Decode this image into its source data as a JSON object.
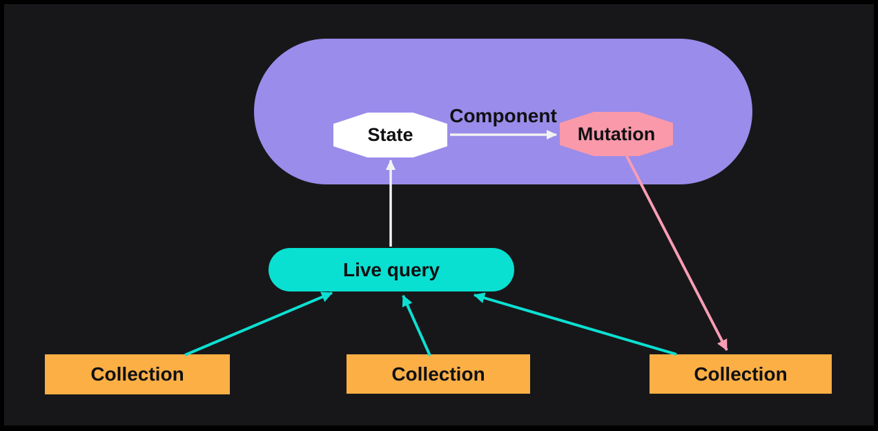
{
  "diagram": {
    "component": {
      "label": "Component"
    },
    "state": {
      "label": "State"
    },
    "mutation": {
      "label": "Mutation"
    },
    "live_query": {
      "label": "Live query"
    },
    "collections": [
      {
        "label": "Collection"
      },
      {
        "label": "Collection"
      },
      {
        "label": "Collection"
      }
    ],
    "edges": [
      {
        "from": "state",
        "to": "mutation",
        "color": "white"
      },
      {
        "from": "live-query",
        "to": "state",
        "color": "white"
      },
      {
        "from": "collection-1",
        "to": "live-query",
        "color": "teal"
      },
      {
        "from": "collection-2",
        "to": "live-query",
        "color": "teal"
      },
      {
        "from": "collection-3",
        "to": "live-query",
        "color": "teal"
      },
      {
        "from": "mutation",
        "to": "collection-3",
        "color": "pink"
      }
    ]
  },
  "colors": {
    "frame": "#000000",
    "background": "#17171a",
    "component_fill": "#9a8cea",
    "state_fill": "#ffffff",
    "mutation_fill": "#f999aa",
    "live_query_fill": "#09e0d1",
    "collection_fill": "#fbaf45",
    "arrow_white": "#f2f2f2",
    "arrow_teal": "#0ce0d2",
    "arrow_pink": "#f89db4",
    "node_text": "#101013"
  }
}
